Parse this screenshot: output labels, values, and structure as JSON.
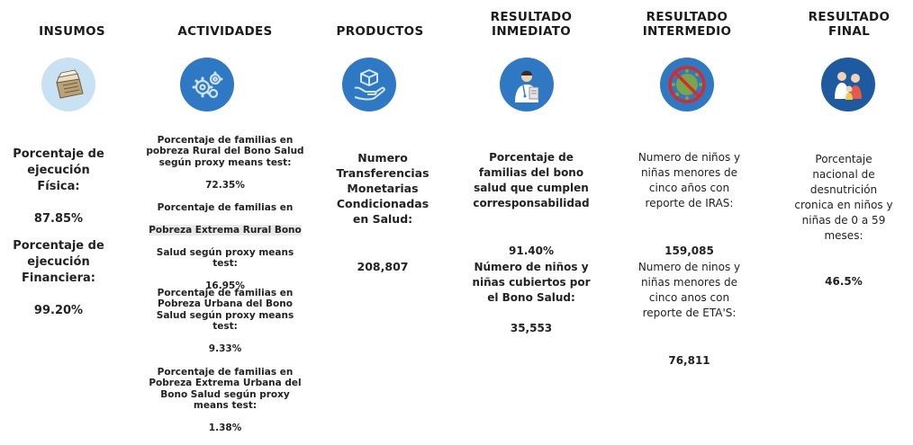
{
  "columns": {
    "insumos": {
      "title": "INSUMOS",
      "items": [
        {
          "label": "Porcentaje de\nejecución\nFísica:",
          "value": "87.85%"
        },
        {
          "label": "Porcentaje de\nejecución\nFinanciera:",
          "value": "99.20%"
        }
      ]
    },
    "actividades": {
      "title": "ACTIVIDADES",
      "items": [
        {
          "label": "Porcentaje de familias en\npobreza Rural del Bono Salud\nsegún proxy means test:",
          "value": "72.35%"
        },
        {
          "label_line1": "Porcentaje de familias en",
          "label_highlight": "Pobreza Extrema Rural Bono",
          "label_rest": "Salud según proxy means\ntest:",
          "value": "16.95%"
        },
        {
          "label": "Porcentaje de familias en\nPobreza Urbana del Bono\nSalud según proxy means\ntest:",
          "value": "9.33%"
        },
        {
          "label": "Porcentaje de familias en\nPobreza Extrema Urbana del\nBono Salud según proxy\nmeans test:",
          "value": "1.38%"
        }
      ]
    },
    "productos": {
      "title": "PRODUCTOS",
      "label": "Numero\nTransferencias\nMonetarias\nCondicionadas\nen Salud:",
      "value": "208,807"
    },
    "resultado_inmediato": {
      "title": "RESULTADO\nINMEDIATO",
      "items": [
        {
          "label": "Porcentaje de\nfamilias del bono\nsalud que cumplen\ncorresponsabilidad",
          "value": "91.40%"
        },
        {
          "label": "Número de niños y\nniñas cubiertos por\nel Bono Salud:",
          "value": "35,553"
        }
      ]
    },
    "resultado_intermedio": {
      "title": "RESULTADO\nINTERMEDIO",
      "items": [
        {
          "label": "Numero de niños y\nniñas menores de\ncinco años con\nreporte de IRAS:",
          "value": "159,085"
        },
        {
          "label": "Numero de ninos y\nniñas menores de\ncinco anos con\nreporte de ETA'S:",
          "value": "76,811"
        }
      ]
    },
    "resultado_final": {
      "title": "RESULTADO\nFINAL",
      "label": "Porcentaje\nnacional de\ndesnutrición\ncronica en niños y\nniñas de 0 a 59\nmeses:",
      "value": "46.5%"
    }
  },
  "colors": {
    "circle_fill": "#2f79c4",
    "circle_light": "#c7dff2",
    "red_sign": "#d62b2b"
  },
  "icons": [
    "documents-box-icon",
    "gears-icon",
    "hand-cube-icon",
    "doctor-clipboard-icon",
    "no-virus-icon",
    "family-icon"
  ]
}
